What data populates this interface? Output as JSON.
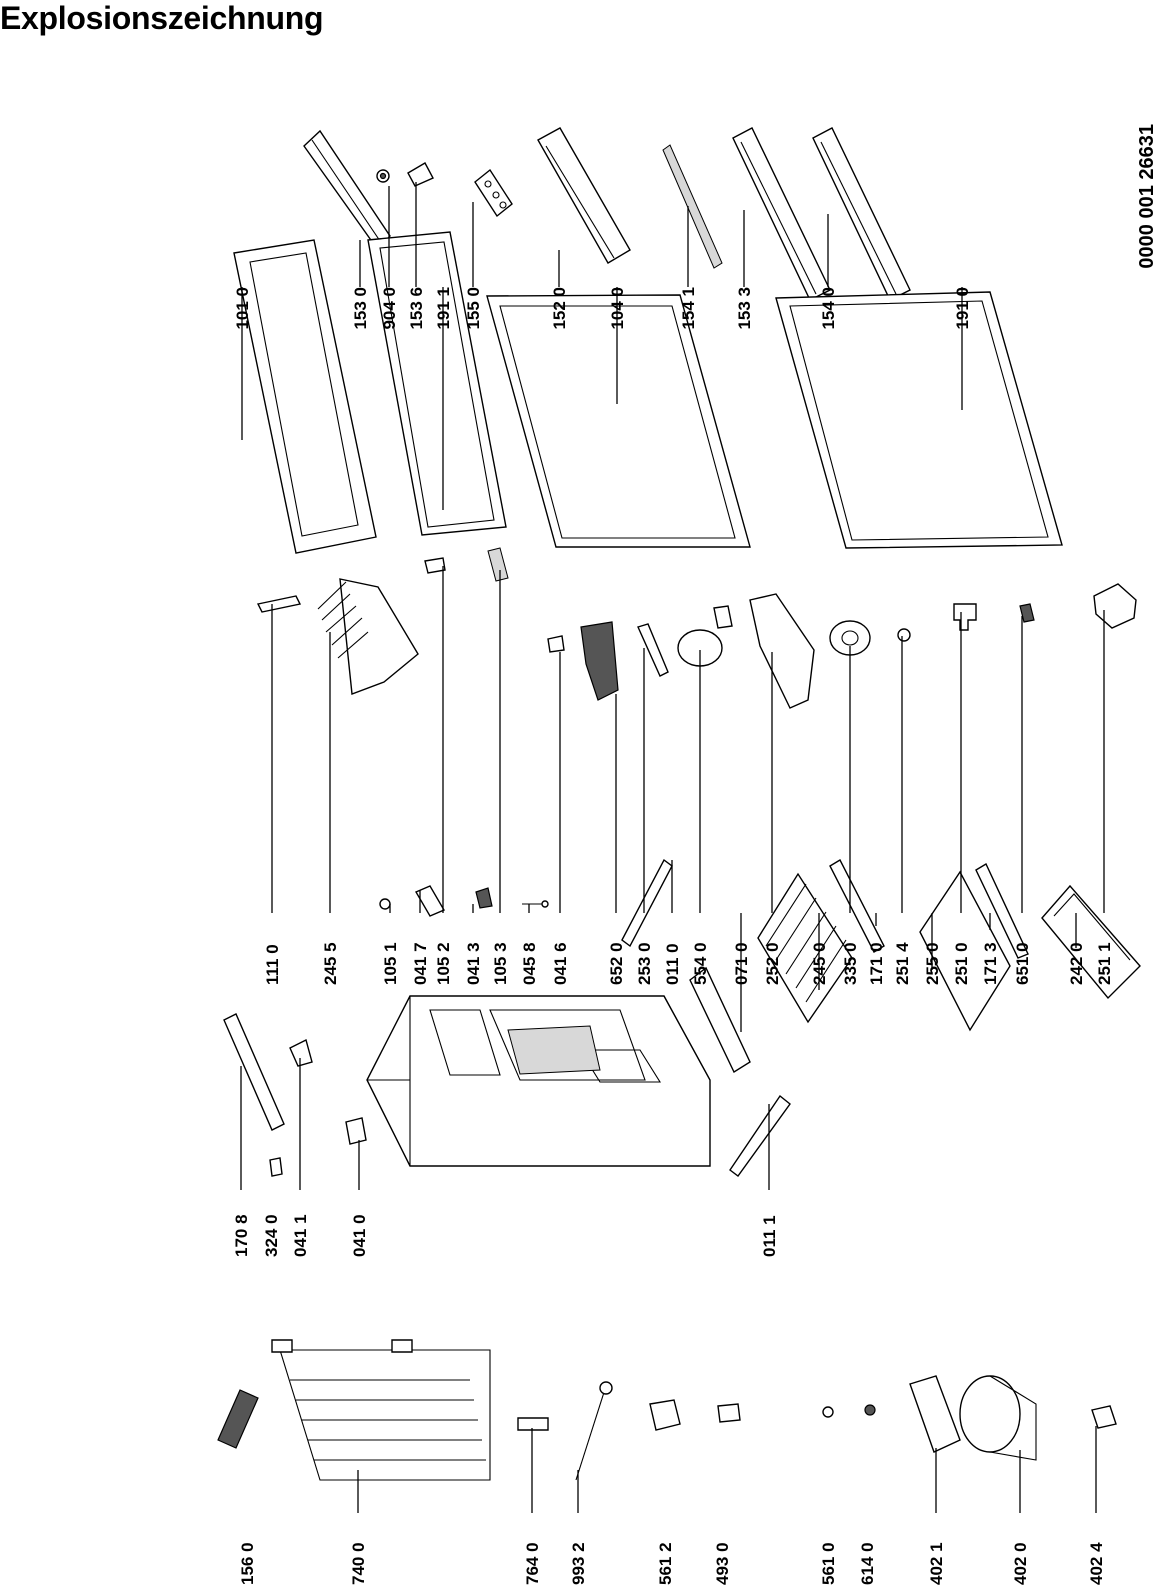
{
  "title": "Explosionszeichnung",
  "doc_number": "0000 001 26631",
  "part_numbers": [
    "101 0",
    "153 0",
    "904 0",
    "153 6",
    "191 1",
    "155 0",
    "152 0",
    "104 0",
    "154 1",
    "153 3",
    "154 0",
    "191 0",
    "111 0",
    "245 5",
    "105 1",
    "041 7",
    "105 2",
    "041 3",
    "105 3",
    "045 8",
    "041 6",
    "652 0",
    "253 0",
    "011 0",
    "554 0",
    "071 0",
    "252 0",
    "245 0",
    "335 0",
    "171 0",
    "251 4",
    "255 0",
    "251 0",
    "171 3",
    "651 0",
    "242 0",
    "251 1",
    "170 8",
    "324 0",
    "041 1",
    "041 0",
    "011 1",
    "156 0",
    "740 0",
    "764 0",
    "993 2",
    "561 2",
    "493 0",
    "561 0",
    "614 0",
    "402 1",
    "402 0",
    "402 4"
  ]
}
